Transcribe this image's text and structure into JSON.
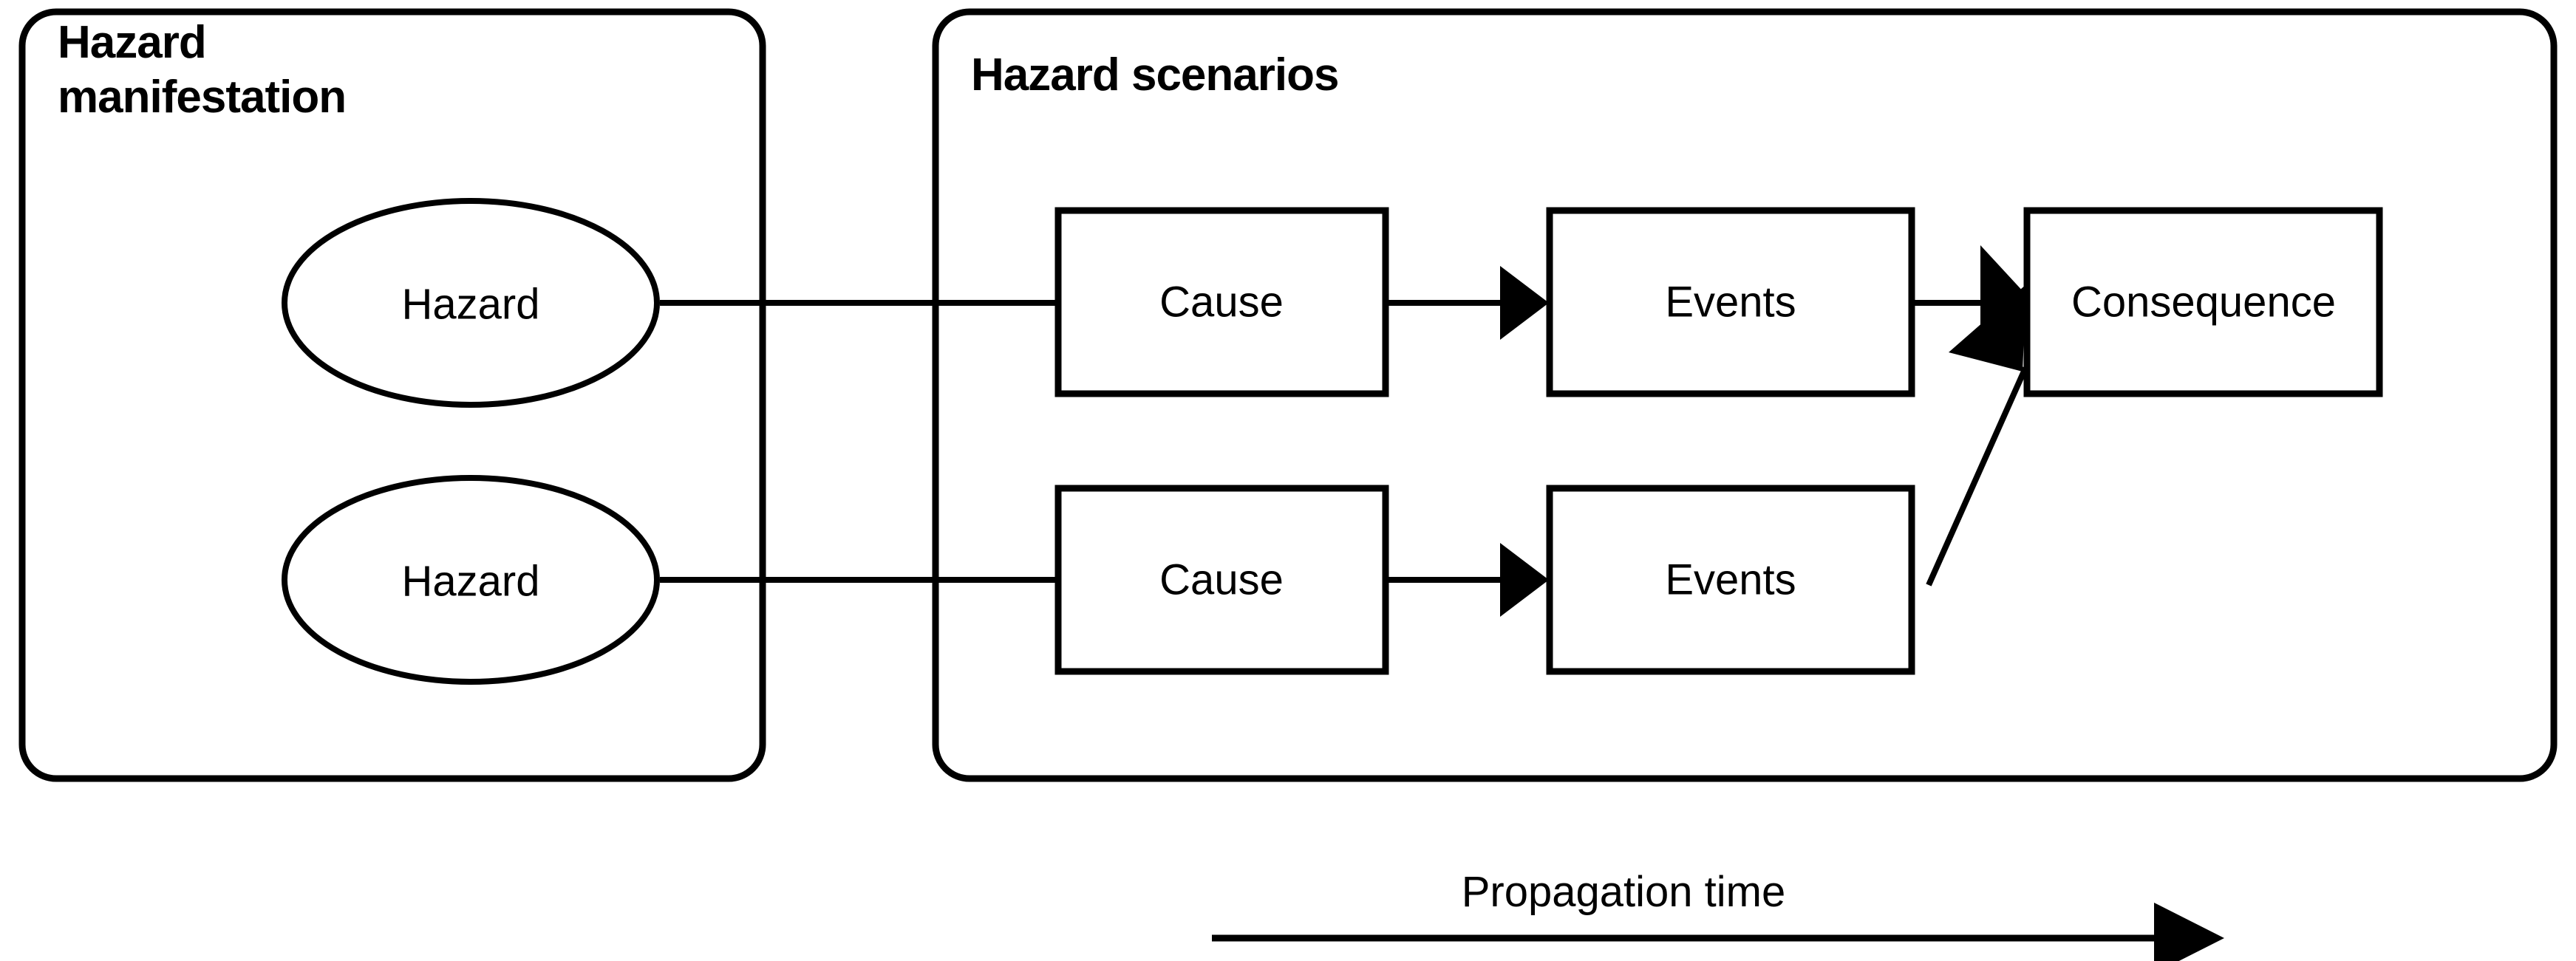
{
  "diagram": {
    "background_color": "#ffffff",
    "stroke_color": "#000000",
    "panels": [
      {
        "id": "hazard-manifestation",
        "title_line1": "Hazard",
        "title_line2": "manifestation"
      },
      {
        "id": "hazard-scenarios",
        "title_line1": "Hazard scenarios",
        "title_line2": ""
      }
    ],
    "nodes": {
      "hazard_top": "Hazard",
      "hazard_bottom": "Hazard",
      "cause_top": "Cause",
      "cause_bottom": "Cause",
      "events_top": "Events",
      "events_bottom": "Events",
      "consequence": "Consequence"
    },
    "timeline": {
      "label": "Propagation time",
      "direction": "left-to-right"
    }
  }
}
